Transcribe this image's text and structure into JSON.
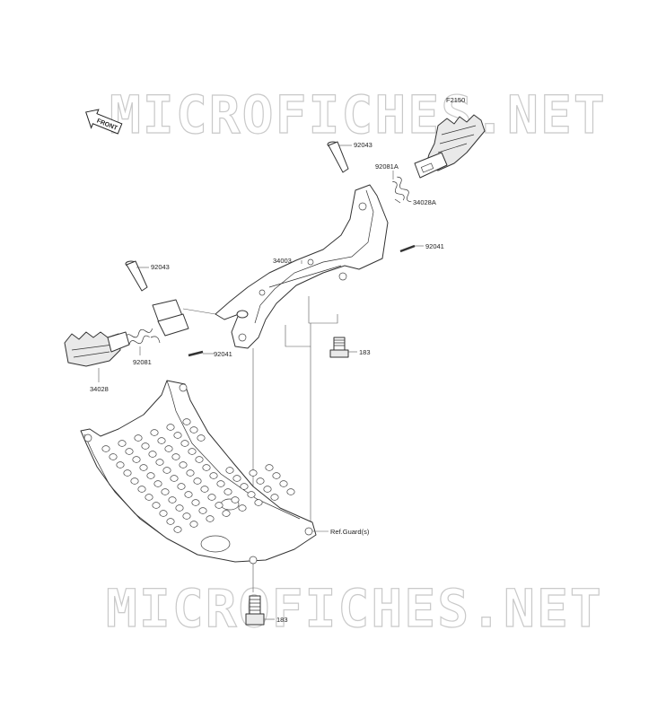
{
  "watermark": {
    "top": "MICROFICHES.NET",
    "bottom": "MICROFICHES.NET"
  },
  "front_arrow": {
    "label": "FRONT"
  },
  "figure_code": "F2150",
  "callouts": {
    "pin_right": "92043",
    "spring_right": "92081A",
    "footpeg_right": "34028A",
    "cotter_right": "92041",
    "bracket": "34003",
    "pin_left": "92043",
    "bolt_upper": "183",
    "spring_left": "92081",
    "cotter_left": "92041",
    "footpeg_left": "34028",
    "ref_guard": "Ref.Guard(s)",
    "bolt_lower": "183"
  }
}
